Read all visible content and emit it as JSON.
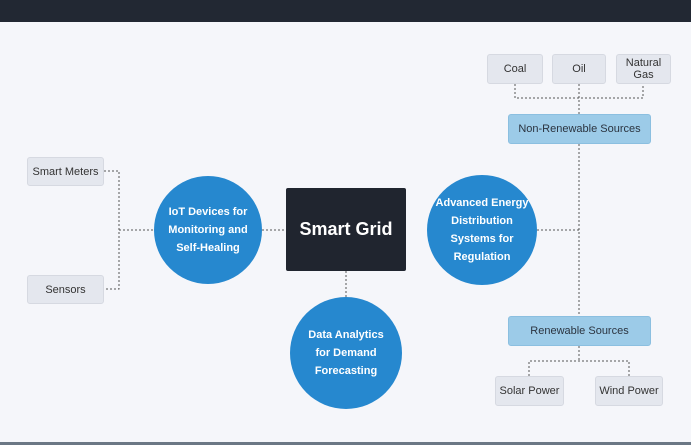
{
  "center": "Smart Grid",
  "circles": {
    "iot": "IoT Devices for Monitoring and Self-Healing",
    "advanced": "Advanced Energy Distribution Systems for Regulation",
    "analytics": "Data Analytics for Demand Forecasting"
  },
  "iot_children": [
    "Smart Meters",
    "Sensors"
  ],
  "non_renewable": {
    "label": "Non-Renewable Sources",
    "children": [
      "Coal",
      "Oil",
      "Natural Gas"
    ]
  },
  "renewable": {
    "label": "Renewable Sources",
    "children": [
      "Solar Power",
      "Wind Power"
    ]
  }
}
